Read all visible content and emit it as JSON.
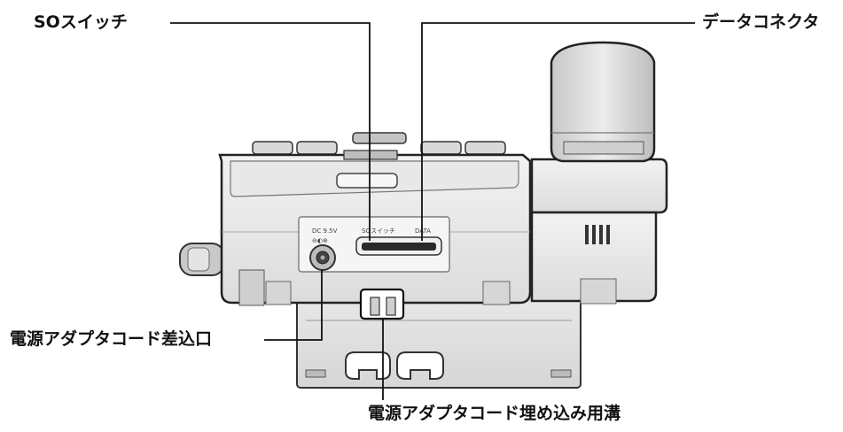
{
  "callouts": {
    "so_switch": "SOスイッチ",
    "data_connector": "データコネクタ",
    "power_jack": "電源アダプタコード差込口",
    "cord_groove": "電源アダプタコード埋め込み用溝"
  },
  "panel": {
    "dc_label": "DC 9.5V",
    "polarity_symbol": "⊖◐⊕",
    "so_label": "SOスイッチ",
    "data_label": "DATA"
  }
}
